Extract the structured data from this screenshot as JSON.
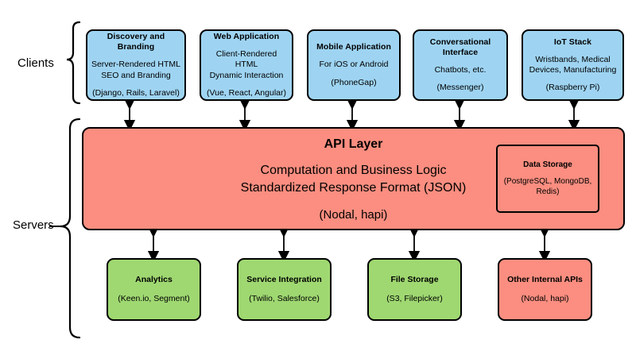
{
  "groups": [
    {
      "name": "clients",
      "label": "Clients"
    },
    {
      "name": "servers",
      "label": "Servers"
    }
  ],
  "clients": {
    "boxes": [
      {
        "title": "Discovery and Branding",
        "desc": "Server-Rendered HTML\nSEO and Branding",
        "tech": "(Django, Rails, Laravel)"
      },
      {
        "title": "Web Application",
        "desc": "Client-Rendered HTML\nDynamic Interaction",
        "tech": "(Vue, React, Angular)"
      },
      {
        "title": "Mobile Application",
        "desc": "For iOS or Android",
        "tech": "(PhoneGap)"
      },
      {
        "title": "Conversational Interface",
        "desc": "Chatbots, etc.",
        "tech": "(Messenger)"
      },
      {
        "title": "IoT Stack",
        "desc": "Wristbands, Medical\nDevices, Manufacturing",
        "tech": "(Raspberry Pi)"
      }
    ]
  },
  "api_layer": {
    "title": "API Layer",
    "main": "Computation and Business Logic\nStandardized Response Format (JSON)",
    "tech": "(Nodal, hapi)",
    "data_storage": {
      "title": "Data Storage",
      "tech": "(PostgreSQL, MongoDB, Redis)"
    }
  },
  "services": {
    "boxes": [
      {
        "title": "Analytics",
        "tech": "(Keen.io, Segment)",
        "color": "green"
      },
      {
        "title": "Service Integration",
        "tech": "(Twilio, Salesforce)",
        "color": "green"
      },
      {
        "title": "File Storage",
        "tech": "(S3, Filepicker)",
        "color": "green"
      },
      {
        "title": "Other Internal APIs",
        "tech": "(Nodal, hapi)",
        "color": "red"
      }
    ]
  },
  "colors": {
    "client_blue": "#9ed4f2",
    "api_red": "#fb8e80",
    "service_green": "#9fd871",
    "stroke": "#000000",
    "background": "#ffffff"
  }
}
